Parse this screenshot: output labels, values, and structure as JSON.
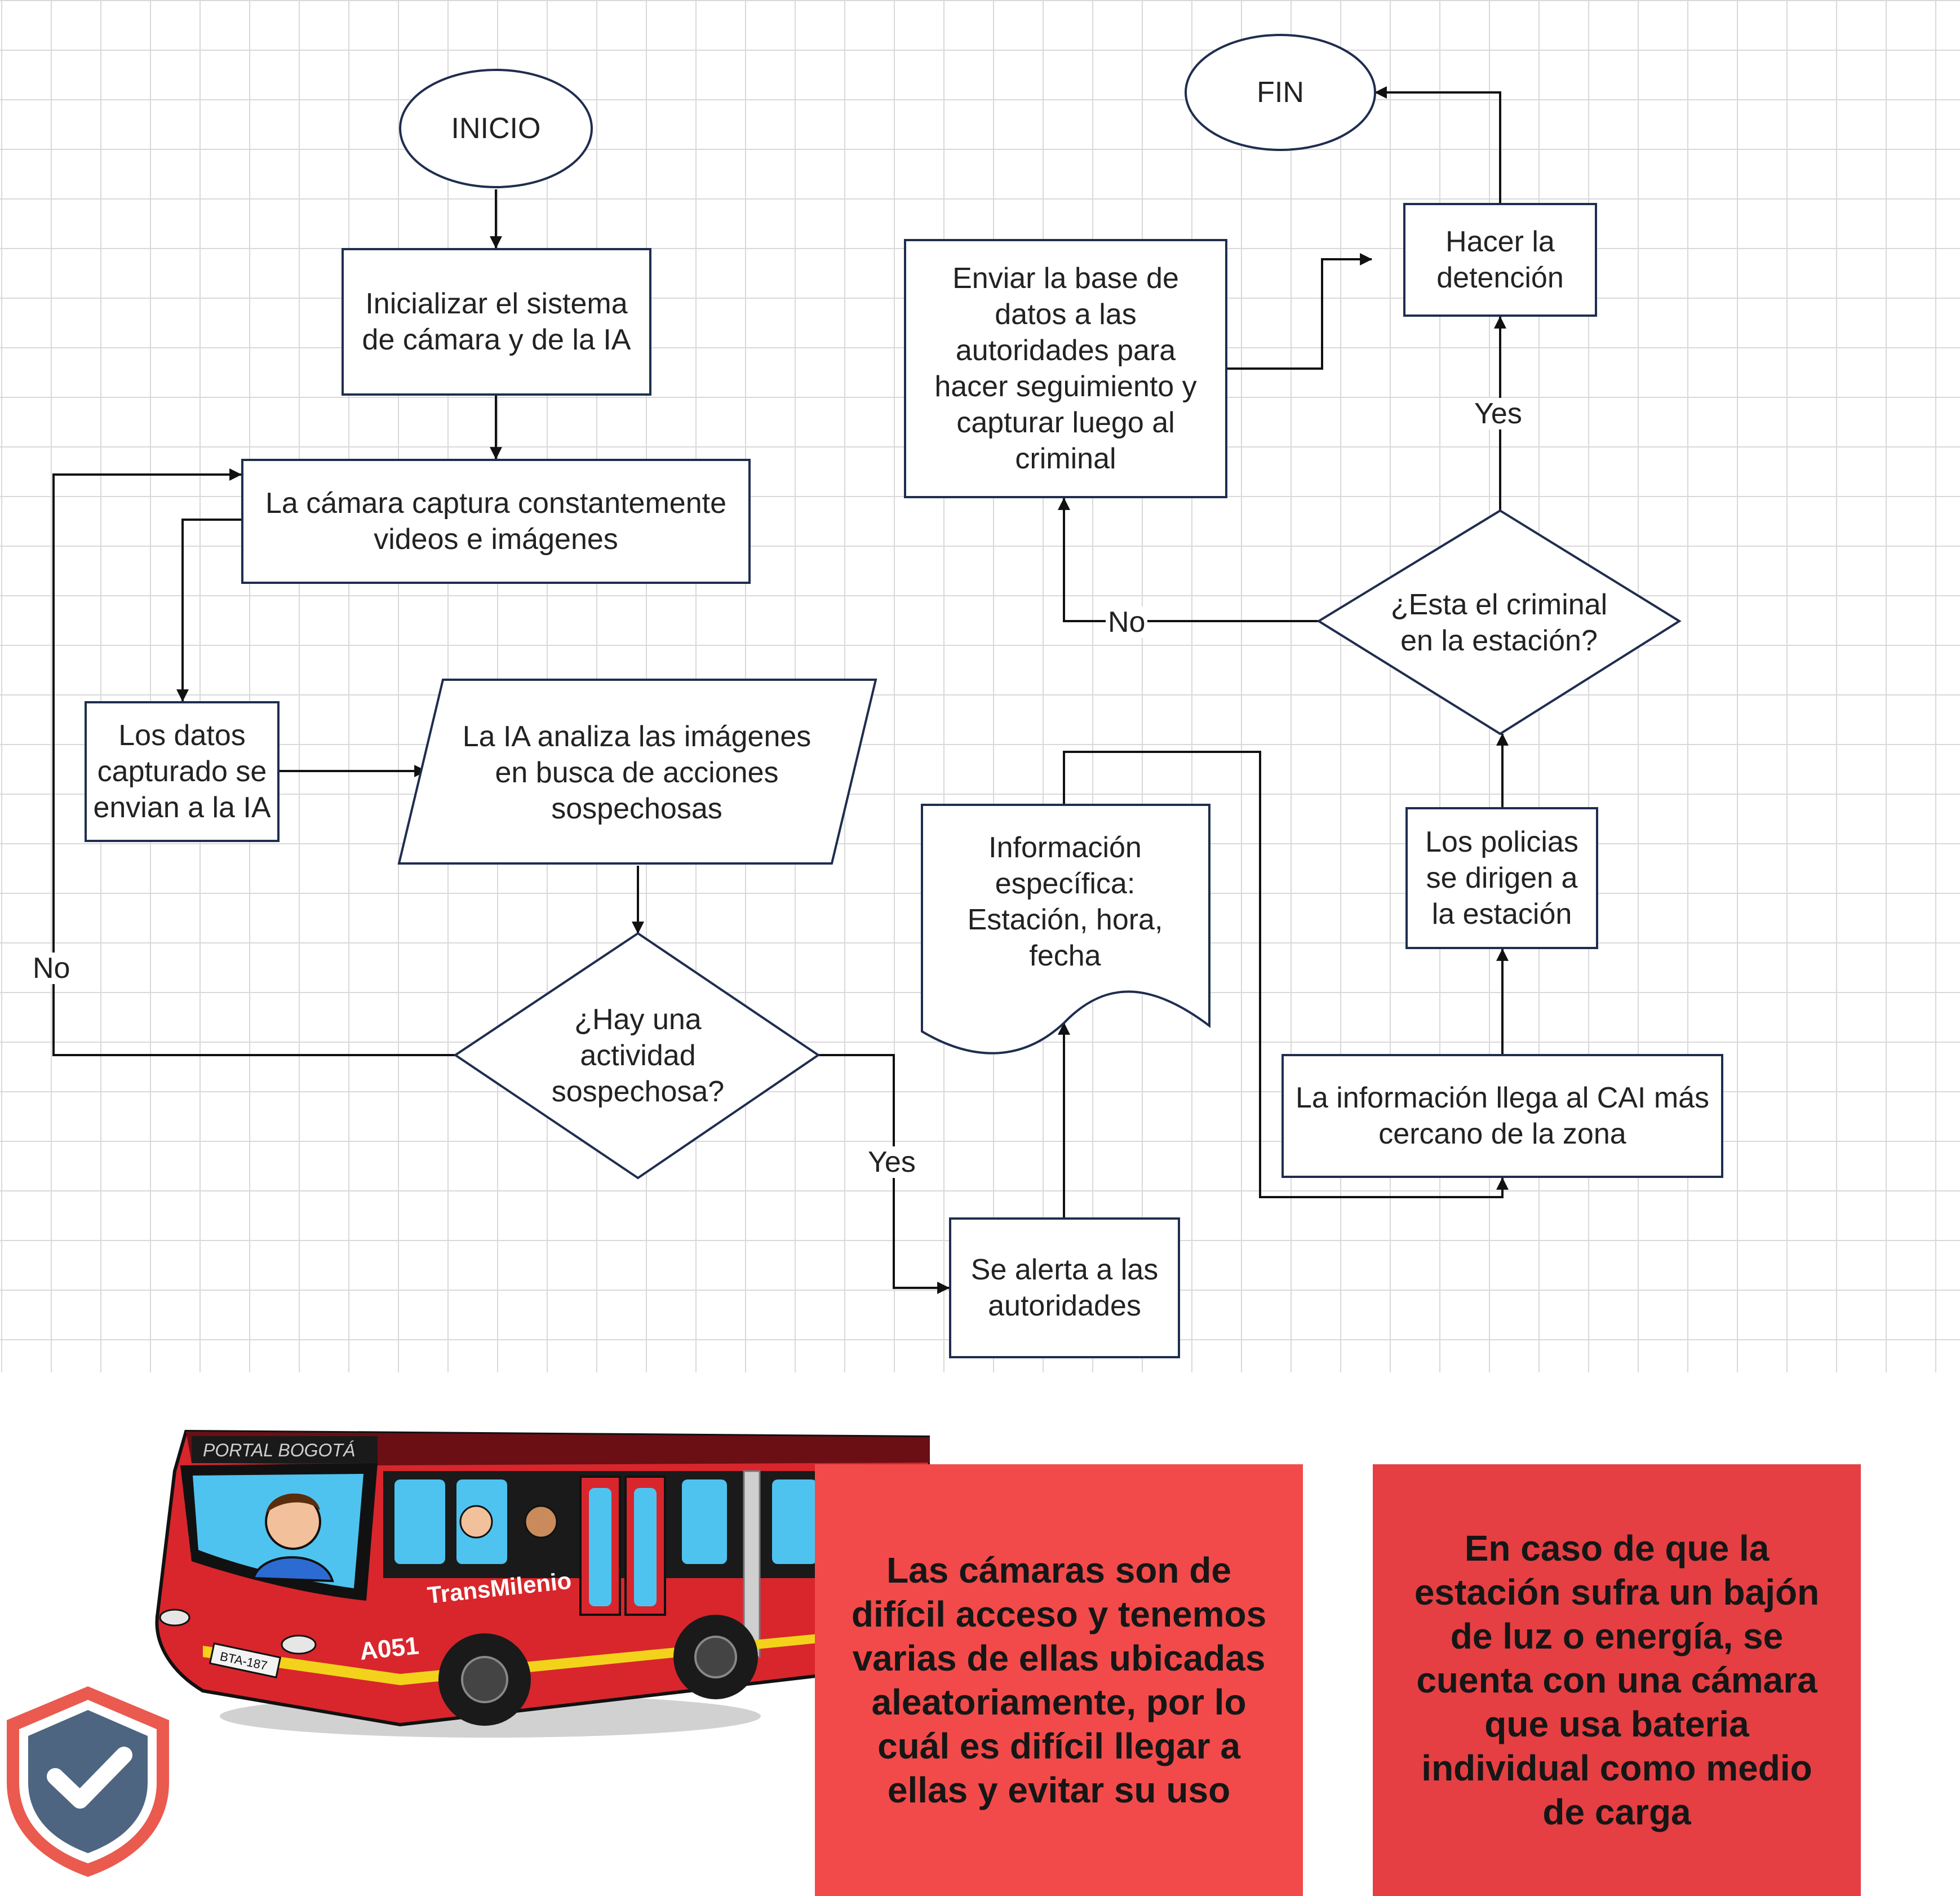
{
  "flowchart": {
    "start": "INICIO",
    "end": "FIN",
    "init_system": "Inicializar el sistema de cámara y de la IA",
    "capture": "La cámara captura constantemente videos e imágenes",
    "send_data": "Los datos capturado se envian a la IA",
    "analyze": "La IA analiza las imágenes en busca de acciones sospechosas",
    "decision_suspicious": "¿Hay una actividad sospechosa?",
    "alert": "Se alerta a las autoridades",
    "specific_info": "Información específica: Estación, hora, fecha",
    "cai_info": "La información llega al CAI más cercano de la zona",
    "police_go": "Los policias se dirigen a la estación",
    "decision_criminal": "¿Esta el criminal en la estación?",
    "send_database": "Enviar la base de datos a las autoridades para hacer seguimiento y capturar luego al criminal",
    "arrest": "Hacer la detención",
    "label_no_loop": "No",
    "label_yes_alert": "Yes",
    "label_yes_arrest": "Yes",
    "label_no_database": "No"
  },
  "bus": {
    "destination": "PORTAL BOGOTÁ",
    "brand": "TransMilenio",
    "route": "A051",
    "plate": "BTA-187"
  },
  "notes": {
    "access": "Las cámaras son de difícil acceso y tenemos varias de ellas ubicadas aleatoriamente, por lo cuál es difícil llegar a ellas y evitar su uso",
    "power": "En caso de que la estación sufra un bajón de luz o energía, se cuenta con una cámara que usa bateria individual como medio de carga"
  },
  "colors": {
    "note_access_bg": "#f24a4a",
    "note_power_bg": "#e53f43",
    "line": "#1f2d4f",
    "bus_red": "#d8262c",
    "shield_blue": "#4d6580",
    "shield_red": "#ea5a4f"
  },
  "icons": [
    "shield-check-icon",
    "bus-illustration"
  ]
}
